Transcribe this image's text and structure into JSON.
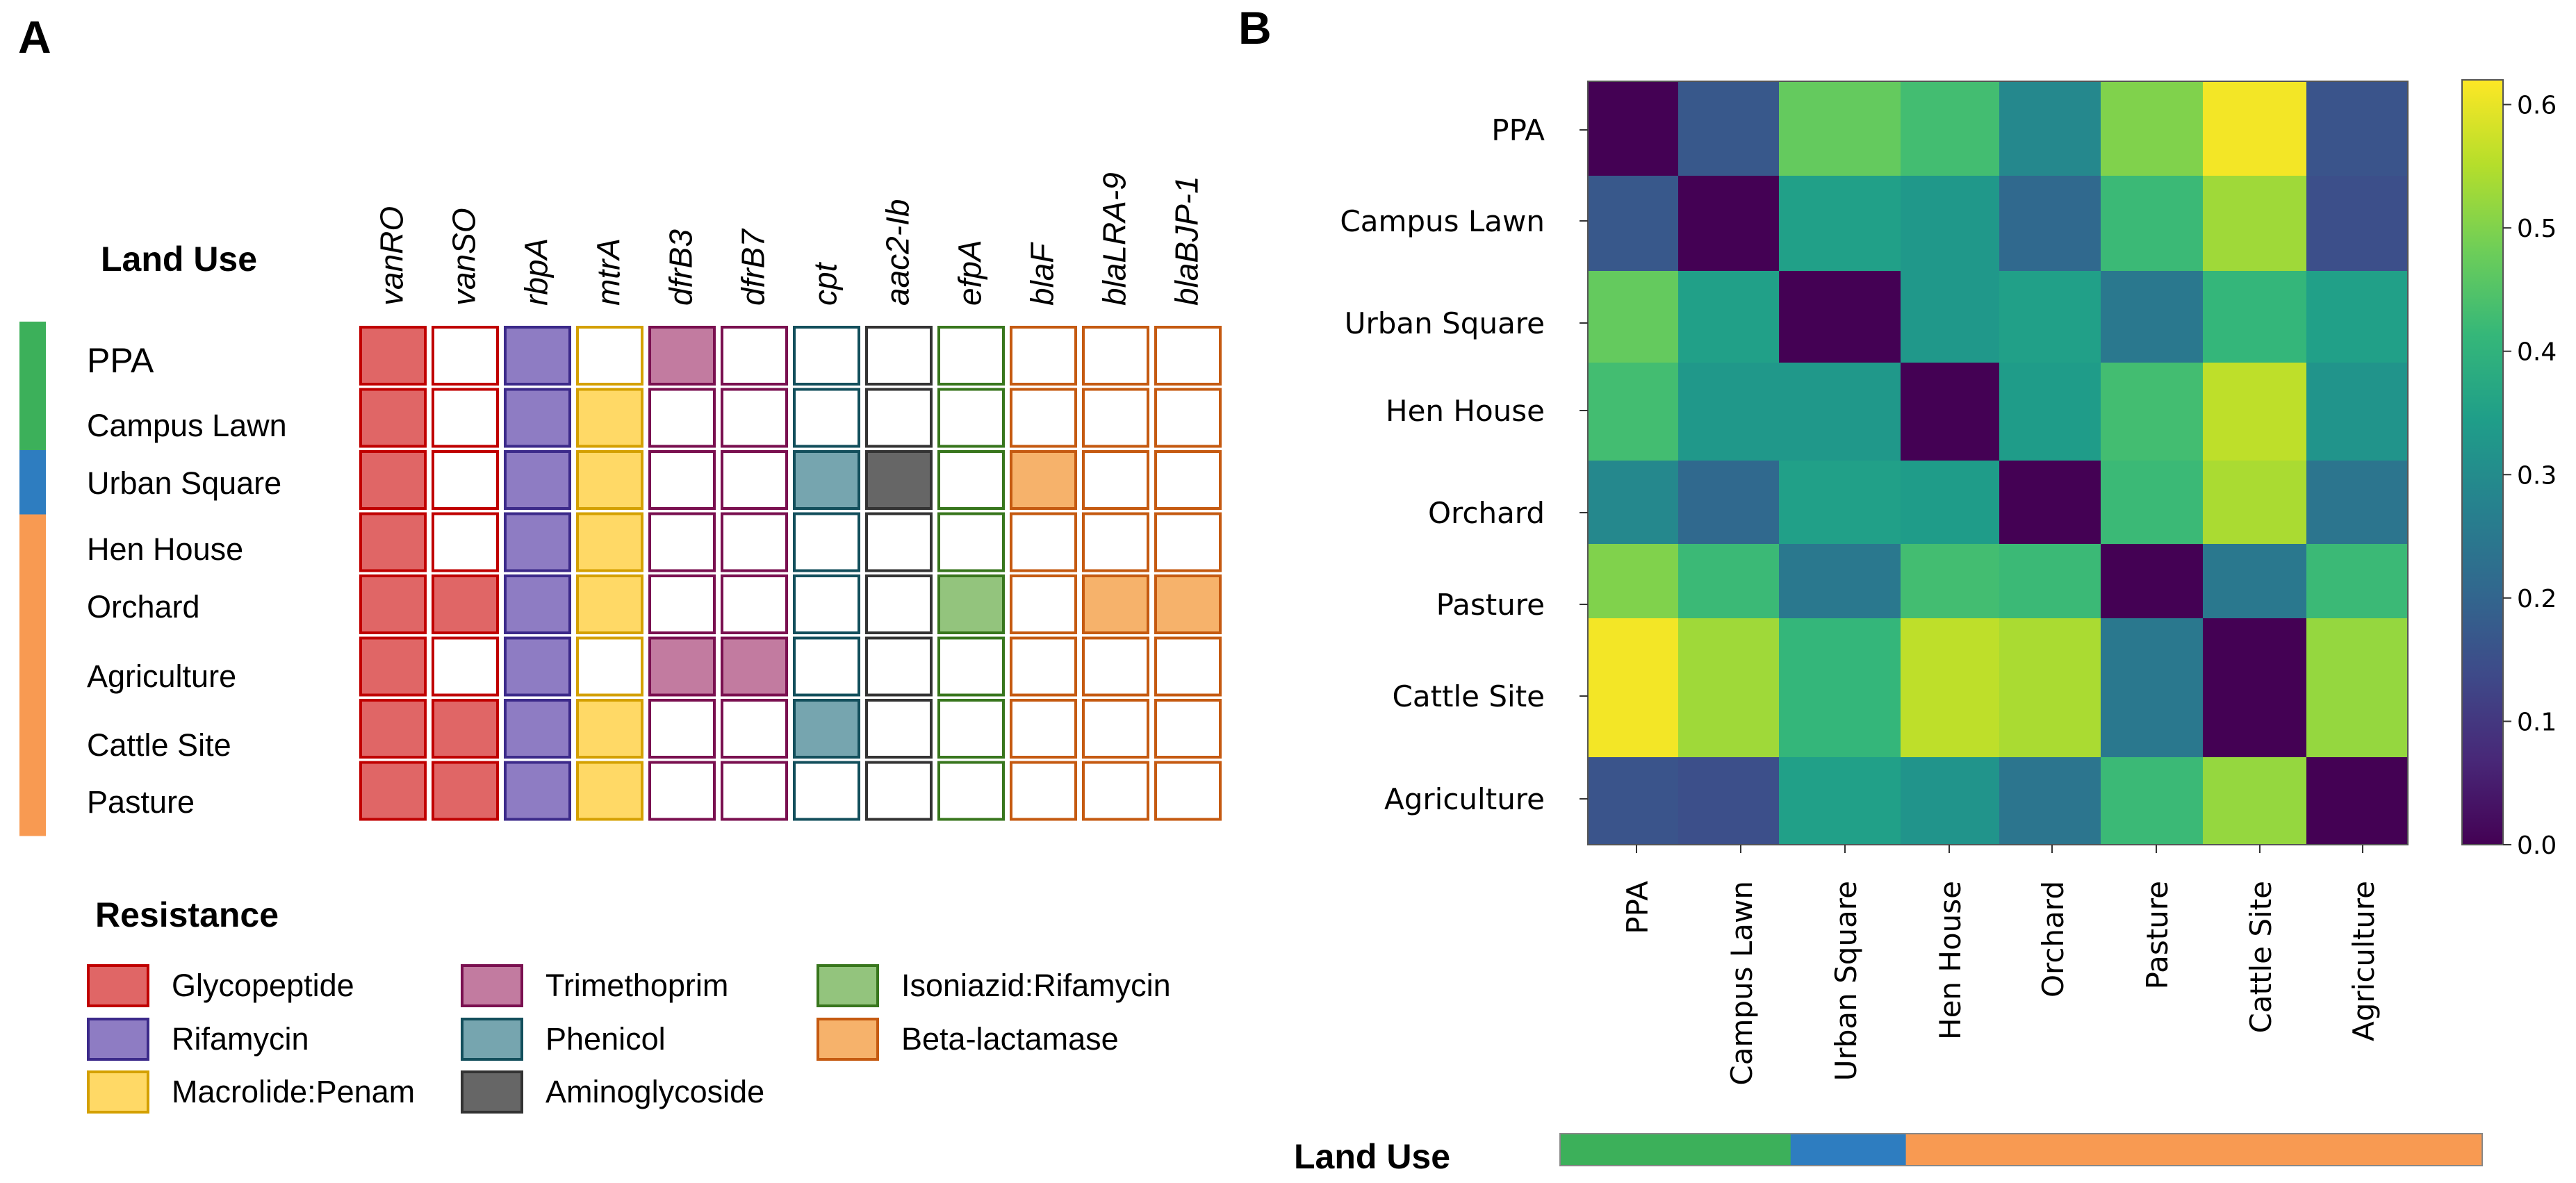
{
  "panel_a": {
    "letter": "A",
    "land_use_title": "Land Use",
    "resistance_title": "Resistance",
    "genes": [
      "vanRO",
      "vanSO",
      "rbpA",
      "mtrA",
      "dfrB3",
      "dfrB7",
      "cpt",
      "aac2-Ib",
      "efpA",
      "blaF",
      "blaLRA-9",
      "blaBJP-1"
    ],
    "gene_classes": [
      "Glycopeptide",
      "Glycopeptide",
      "Rifamycin",
      "Macrolide:Penam",
      "Trimethoprim",
      "Trimethoprim",
      "Phenicol",
      "Aminoglycoside",
      "Isoniazid:Rifamycin",
      "Beta-lactamase",
      "Beta-lactamase",
      "Beta-lactamase"
    ],
    "sites": [
      "PPA",
      "Campus Lawn",
      "Urban Square",
      "Hen House",
      "Orchard",
      "Agriculture",
      "Cattle Site",
      "Pasture"
    ],
    "site_landuse": [
      "green",
      "green",
      "blue",
      "orange",
      "orange",
      "orange",
      "orange",
      "orange"
    ],
    "presence": [
      [
        1,
        0,
        1,
        0,
        1,
        0,
        0,
        0,
        0,
        0,
        0,
        0
      ],
      [
        1,
        0,
        1,
        1,
        0,
        0,
        0,
        0,
        0,
        0,
        0,
        0
      ],
      [
        1,
        0,
        1,
        1,
        0,
        0,
        1,
        1,
        0,
        1,
        0,
        0
      ],
      [
        1,
        0,
        1,
        1,
        0,
        0,
        0,
        0,
        0,
        0,
        0,
        0
      ],
      [
        1,
        1,
        1,
        1,
        0,
        0,
        0,
        0,
        1,
        0,
        1,
        1
      ],
      [
        1,
        0,
        1,
        0,
        1,
        1,
        0,
        0,
        0,
        0,
        0,
        0
      ],
      [
        1,
        1,
        1,
        1,
        0,
        0,
        1,
        0,
        0,
        0,
        0,
        0
      ],
      [
        1,
        1,
        1,
        1,
        0,
        0,
        0,
        0,
        0,
        0,
        0,
        0
      ]
    ],
    "legend": [
      {
        "label": "Glycopeptide",
        "fill": "#e06666",
        "stroke": "#c00000"
      },
      {
        "label": "Rifamycin",
        "fill": "#8e7cc3",
        "stroke": "#3c2a8a"
      },
      {
        "label": "Macrolide:Penam",
        "fill": "#ffd966",
        "stroke": "#d4a000"
      },
      {
        "label": "Trimethoprim",
        "fill": "#c27ba0",
        "stroke": "#7a1050"
      },
      {
        "label": "Phenicol",
        "fill": "#76a5af",
        "stroke": "#134f5c"
      },
      {
        "label": "Aminoglycoside",
        "fill": "#666666",
        "stroke": "#333333"
      },
      {
        "label": "Isoniazid:Rifamycin",
        "fill": "#93c47d",
        "stroke": "#38761d"
      },
      {
        "label": "Beta-lactamase",
        "fill": "#f6b26b",
        "stroke": "#c55a11"
      }
    ],
    "class_colors": {
      "Glycopeptide": {
        "fill": "#e06666",
        "stroke": "#c00000"
      },
      "Rifamycin": {
        "fill": "#8e7cc3",
        "stroke": "#3c2a8a"
      },
      "Macrolide:Penam": {
        "fill": "#ffd966",
        "stroke": "#d4a000"
      },
      "Trimethoprim": {
        "fill": "#c27ba0",
        "stroke": "#7a1050"
      },
      "Phenicol": {
        "fill": "#76a5af",
        "stroke": "#134f5c"
      },
      "Aminoglycoside": {
        "fill": "#666666",
        "stroke": "#333333"
      },
      "Isoniazid:Rifamycin": {
        "fill": "#93c47d",
        "stroke": "#38761d"
      },
      "Beta-lactamase": {
        "fill": "#f6b26b",
        "stroke": "#c55a11"
      }
    }
  },
  "panel_b": {
    "letter": "B",
    "land_use_title": "Land Use",
    "land_use_bar": [
      {
        "landuse": "green",
        "count": 2
      },
      {
        "landuse": "blue",
        "count": 1
      },
      {
        "landuse": "orange",
        "count": 5
      }
    ],
    "landuse_colors": {
      "green": "#3cb05a",
      "blue": "#2e7dc0",
      "orange": "#f89a52"
    }
  },
  "chart_data": {
    "type": "heatmap",
    "row_labels": [
      "PPA",
      "Campus Lawn",
      "Urban Square",
      "Hen House",
      "Orchard",
      "Pasture",
      "Cattle Site",
      "Agriculture"
    ],
    "col_labels": [
      "PPA",
      "Campus Lawn",
      "Urban Square",
      "Hen House",
      "Orchard",
      "Pasture",
      "Cattle Site",
      "Agriculture"
    ],
    "values": [
      [
        0.0,
        0.17,
        0.47,
        0.43,
        0.29,
        0.5,
        0.61,
        0.16
      ],
      [
        0.17,
        0.0,
        0.35,
        0.33,
        0.21,
        0.42,
        0.53,
        0.15
      ],
      [
        0.47,
        0.35,
        0.0,
        0.33,
        0.35,
        0.25,
        0.41,
        0.35
      ],
      [
        0.43,
        0.33,
        0.33,
        0.0,
        0.34,
        0.43,
        0.56,
        0.32
      ],
      [
        0.29,
        0.21,
        0.35,
        0.34,
        0.0,
        0.42,
        0.54,
        0.24
      ],
      [
        0.5,
        0.42,
        0.25,
        0.43,
        0.42,
        0.0,
        0.25,
        0.42
      ],
      [
        0.61,
        0.53,
        0.41,
        0.56,
        0.54,
        0.25,
        0.0,
        0.52
      ],
      [
        0.16,
        0.15,
        0.35,
        0.32,
        0.24,
        0.42,
        0.52,
        0.0
      ]
    ],
    "colormap": "viridis",
    "colorbar_range": [
      0.0,
      0.62
    ],
    "colorbar_ticks": [
      "0.0",
      "0.1",
      "0.2",
      "0.3",
      "0.4",
      "0.5",
      "0.6"
    ]
  }
}
